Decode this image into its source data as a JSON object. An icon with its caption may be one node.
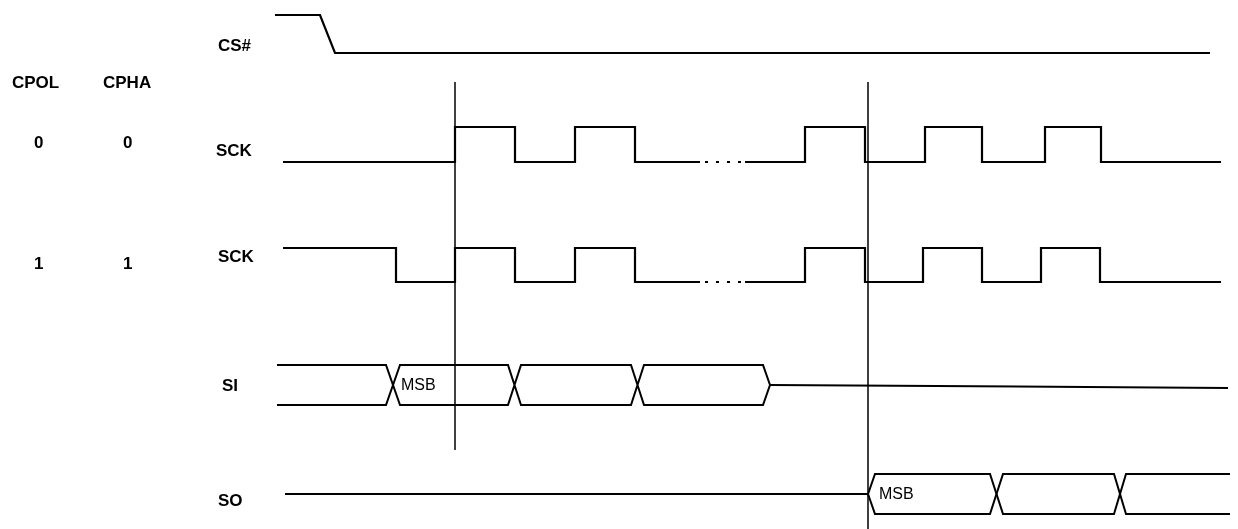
{
  "diagram": {
    "labels": [
      "CS#",
      "CPOL",
      "CPHA",
      "0",
      "0",
      "SCK",
      "1",
      "1",
      "SCK",
      "SI",
      "MSB",
      "SO",
      "MSB"
    ]
  }
}
